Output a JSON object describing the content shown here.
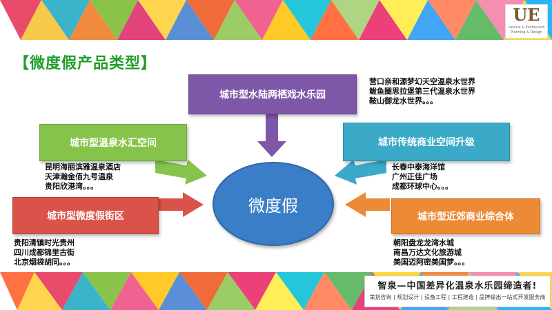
{
  "title": "【微度假产品类型】",
  "logo": {
    "mark": "UE",
    "sub": "Leisure & Ecotourism Planning & Design"
  },
  "center": "微度假",
  "types": {
    "top": {
      "label": "城市型水陆两栖戏水乐园",
      "color": "#7e57a8",
      "examples": [
        "营口亲和源梦幻天空温泉水世界",
        "鲅鱼圈思拉堡第三代温泉水世界",
        "鞍山御龙水世界。。。"
      ]
    },
    "left_upper": {
      "label": "城市型温泉水汇空间",
      "color": "#86c34a",
      "examples": [
        "昆明海丽滨雅温泉酒店",
        "天津瀚金佰九号温泉",
        "贵阳欣港湾。。。"
      ]
    },
    "left_lower": {
      "label": "城市型微度假街区",
      "color": "#d9534a",
      "examples": [
        "贵阳清镇时光贵州",
        "四川成都锦里古街",
        "北京烟袋胡同。。。"
      ]
    },
    "right_upper": {
      "label": "城市传统商业空间升级",
      "color": "#3ba9c8",
      "examples": [
        "长春中泰海洋馆",
        "广州正佳广场",
        "成都环球中心。。。"
      ]
    },
    "right_lower": {
      "label": "城市型近郊商业综合体",
      "color": "#ec8a36",
      "examples": [
        "朝阳盘龙龙湾水城",
        "南昌万达文化旅游城",
        "美国迈阿密美国梦。。。"
      ]
    }
  },
  "footer": {
    "line1": "智泉—中国差异化温泉水乐园缔造者!",
    "line2": "策划咨询 | 规划设计 | 设备工程 | 工程建造 | 品牌输出一站式开发服务商"
  }
}
